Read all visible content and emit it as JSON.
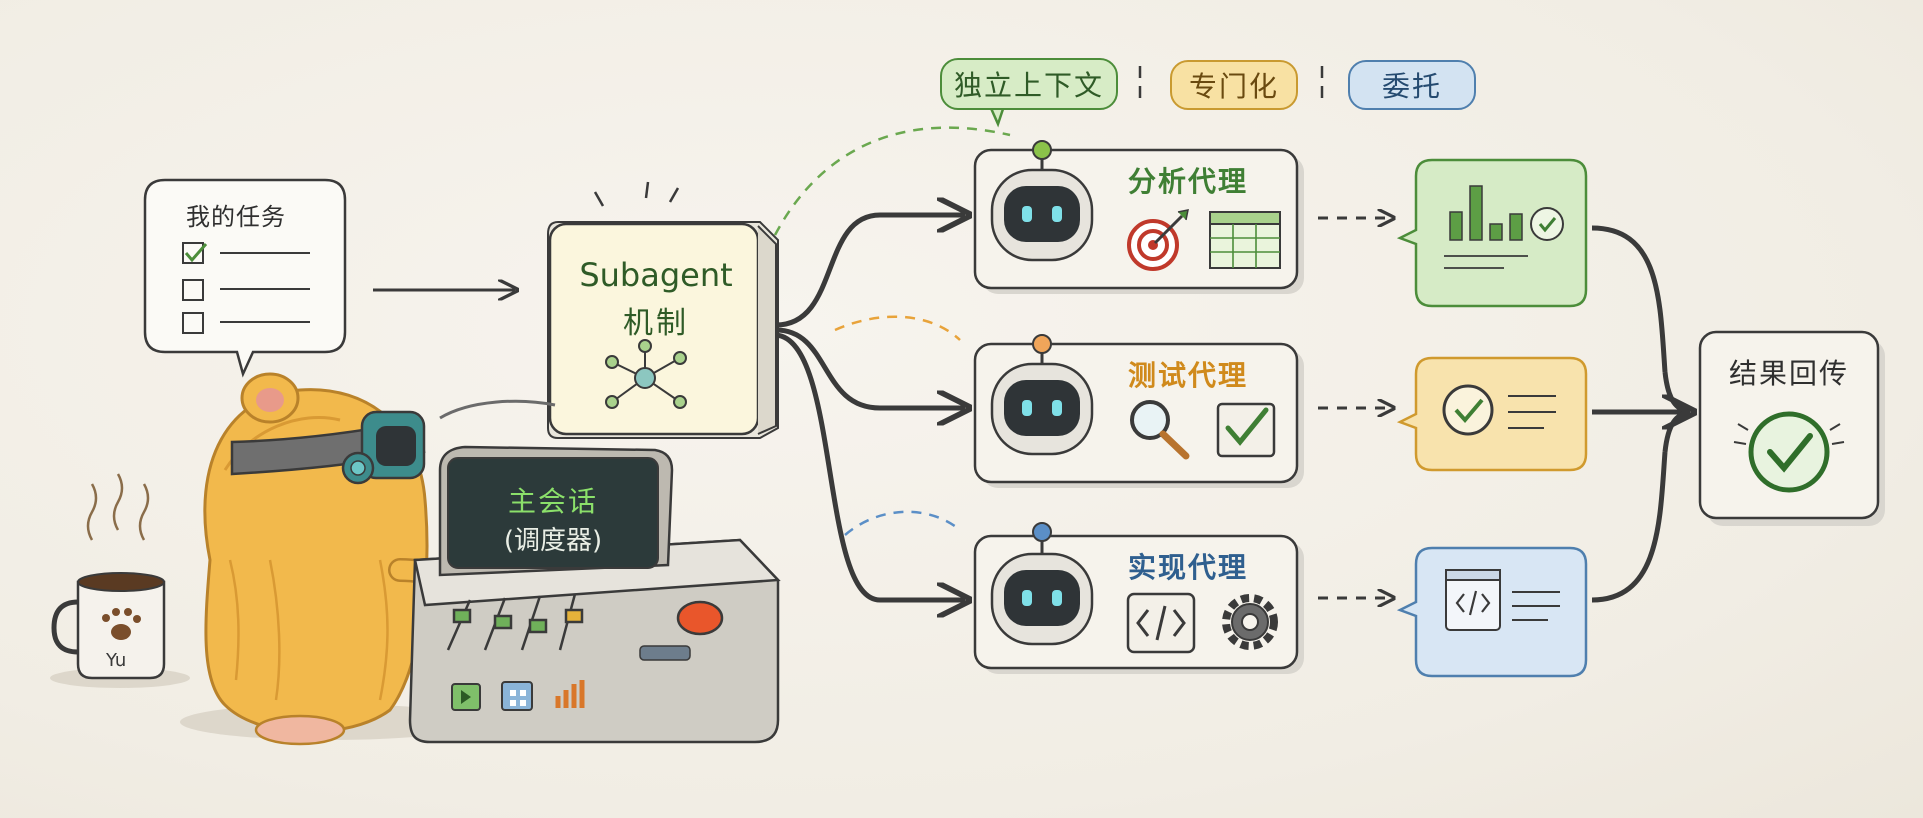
{
  "task_bubble": {
    "title": "我的任务"
  },
  "mechanism": {
    "line1": "Subagent",
    "line2": "机制"
  },
  "console": {
    "screen_line1": "主会话",
    "screen_line2": "(调度器)"
  },
  "mug": {
    "label": "Yu"
  },
  "tags": [
    {
      "label": "独立上下文"
    },
    {
      "label": "专门化"
    },
    {
      "label": "委托"
    }
  ],
  "agents": [
    {
      "title": "分析代理",
      "color": "#3f7f34"
    },
    {
      "title": "测试代理",
      "color": "#d08a1c"
    },
    {
      "title": "实现代理",
      "color": "#2f5f8f"
    }
  ],
  "result": {
    "title": "结果回传"
  },
  "colors": {
    "green": "#6aa84f",
    "orange": "#e8a33a",
    "blue": "#5b8fc7",
    "ink": "#3a3a3a"
  },
  "icons": [
    "checkbox-icon",
    "network-icon",
    "robot-icon",
    "target-icon",
    "table-icon",
    "magnifier-icon",
    "checkmark-icon",
    "code-icon",
    "gear-icon",
    "bar-chart-icon",
    "document-icon",
    "coffee-mug-icon",
    "paw-icon",
    "hamster-character"
  ]
}
